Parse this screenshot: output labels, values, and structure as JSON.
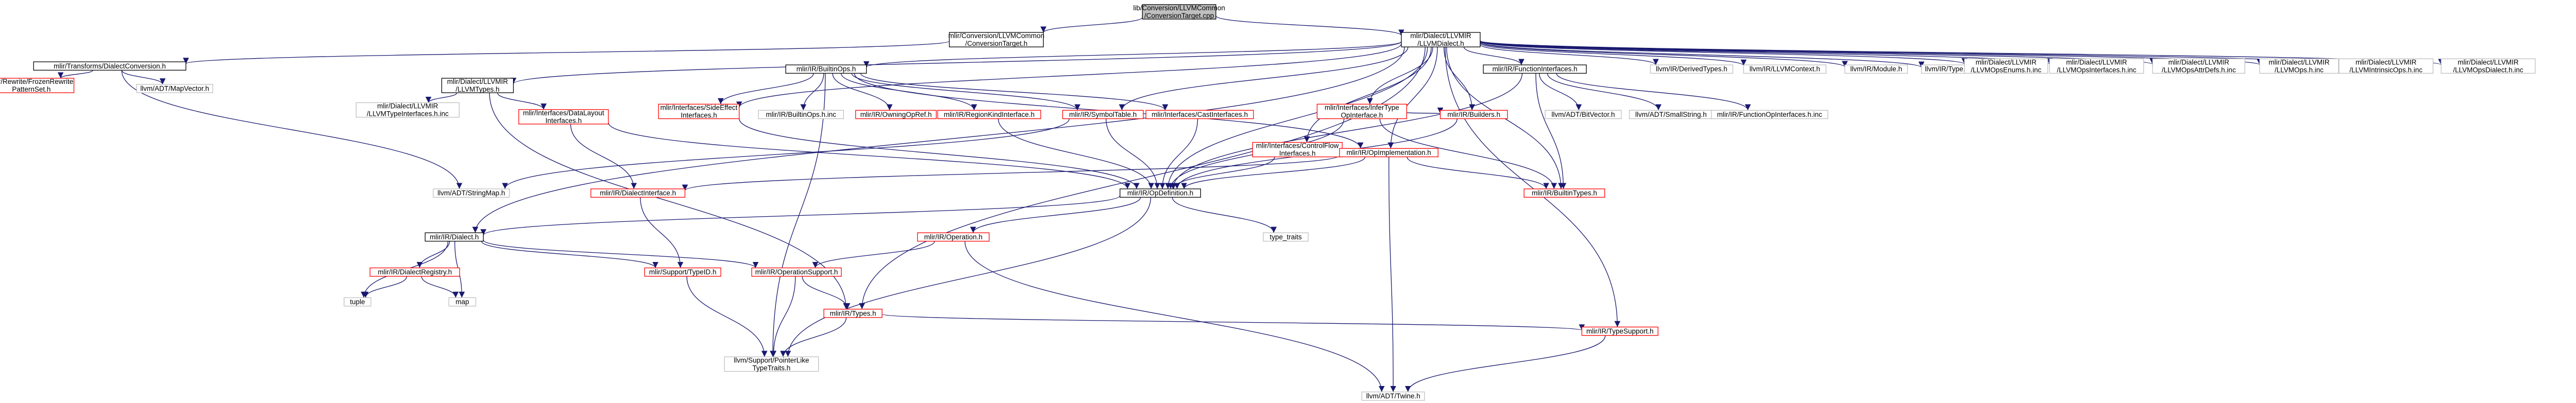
{
  "graph": {
    "colors": {
      "root_fill": "#bfbfbf",
      "node_fill": "#ffffff",
      "linked_border": "#000000",
      "external_border": "#bfbfbf",
      "truncated_border": "#ff0000",
      "truncated_text": "#ff0000",
      "text": "#000000",
      "edge": "#191970"
    },
    "nodes": [
      {
        "id": "root",
        "lines": [
          "lib/Conversion/LLVMCommon",
          "/ConversionTarget.cpp"
        ],
        "kind": "root"
      },
      {
        "id": "ct_h",
        "lines": [
          "mlir/Conversion/LLVMCommon",
          "/ConversionTarget.h"
        ],
        "kind": "linked"
      },
      {
        "id": "llvmdialect",
        "lines": [
          "mlir/Dialect/LLVMIR",
          "/LLVMDialect.h"
        ],
        "kind": "linked"
      },
      {
        "id": "dialconv",
        "lines": [
          "mlir/Transforms/DialectConversion.h"
        ],
        "kind": "linked"
      },
      {
        "id": "frozen",
        "lines": [
          "mlir/Rewrite/FrozenRewrite",
          "PatternSet.h"
        ],
        "kind": "truncated"
      },
      {
        "id": "mapvector",
        "lines": [
          "llvm/ADT/MapVector.h"
        ],
        "kind": "external"
      },
      {
        "id": "llvmtypes",
        "lines": [
          "mlir/Dialect/LLVMIR",
          "/LLVMTypes.h"
        ],
        "kind": "linked"
      },
      {
        "id": "typeiface",
        "lines": [
          "mlir/Dialect/LLVMIR",
          "/LLVMTypeInterfaces.h.inc"
        ],
        "kind": "external"
      },
      {
        "id": "datalayout",
        "lines": [
          "mlir/Interfaces/DataLayout",
          "Interfaces.h"
        ],
        "kind": "truncated"
      },
      {
        "id": "builtinops",
        "lines": [
          "mlir/IR/BuiltinOps.h"
        ],
        "kind": "linked"
      },
      {
        "id": "sideeffect",
        "lines": [
          "mlir/Interfaces/SideEffect",
          "Interfaces.h"
        ],
        "kind": "truncated"
      },
      {
        "id": "builtinopsinc",
        "lines": [
          "mlir/IR/BuiltinOps.h.inc"
        ],
        "kind": "external"
      },
      {
        "id": "owningopref",
        "lines": [
          "mlir/IR/OwningOpRef.h"
        ],
        "kind": "truncated"
      },
      {
        "id": "regionkind",
        "lines": [
          "mlir/IR/RegionKindInterface.h"
        ],
        "kind": "truncated"
      },
      {
        "id": "symboltable",
        "lines": [
          "mlir/IR/SymbolTable.h"
        ],
        "kind": "truncated"
      },
      {
        "id": "castiface",
        "lines": [
          "mlir/Interfaces/CastInterfaces.h"
        ],
        "kind": "truncated"
      },
      {
        "id": "infertype",
        "lines": [
          "mlir/Interfaces/InferType",
          "OpInterface.h"
        ],
        "kind": "truncated"
      },
      {
        "id": "controlflow",
        "lines": [
          "mlir/Interfaces/ControlFlow",
          "Interfaces.h"
        ],
        "kind": "truncated"
      },
      {
        "id": "opimpl",
        "lines": [
          "mlir/IR/OpImplementation.h"
        ],
        "kind": "truncated"
      },
      {
        "id": "funciface",
        "lines": [
          "mlir/IR/FunctionInterfaces.h"
        ],
        "kind": "linked"
      },
      {
        "id": "builders",
        "lines": [
          "mlir/IR/Builders.h"
        ],
        "kind": "truncated"
      },
      {
        "id": "bitvector",
        "lines": [
          "llvm/ADT/BitVector.h"
        ],
        "kind": "external"
      },
      {
        "id": "smallstring",
        "lines": [
          "llvm/ADT/SmallString.h"
        ],
        "kind": "external"
      },
      {
        "id": "funcopiface",
        "lines": [
          "mlir/IR/FunctionOpInterfaces.h.inc"
        ],
        "kind": "external"
      },
      {
        "id": "derivedtypes",
        "lines": [
          "llvm/IR/DerivedTypes.h"
        ],
        "kind": "external"
      },
      {
        "id": "llvmcontext",
        "lines": [
          "llvm/IR/LLVMContext.h"
        ],
        "kind": "external"
      },
      {
        "id": "module",
        "lines": [
          "llvm/IR/Module.h"
        ],
        "kind": "external"
      },
      {
        "id": "irtype",
        "lines": [
          "llvm/IR/Type.h"
        ],
        "kind": "external"
      },
      {
        "id": "opsenums",
        "lines": [
          "mlir/Dialect/LLVMIR",
          "/LLVMOpsEnums.h.inc"
        ],
        "kind": "external"
      },
      {
        "id": "opsiface",
        "lines": [
          "mlir/Dialect/LLVMIR",
          "/LLVMOpsInterfaces.h.inc"
        ],
        "kind": "external"
      },
      {
        "id": "opsattr",
        "lines": [
          "mlir/Dialect/LLVMIR",
          "/LLVMOpsAttrDefs.h.inc"
        ],
        "kind": "external"
      },
      {
        "id": "llvmops",
        "lines": [
          "mlir/Dialect/LLVMIR",
          "/LLVMOps.h.inc"
        ],
        "kind": "external"
      },
      {
        "id": "intrinsic",
        "lines": [
          "mlir/Dialect/LLVMIR",
          "/LLVMIntrinsicOps.h.inc"
        ],
        "kind": "external"
      },
      {
        "id": "opsdialect",
        "lines": [
          "mlir/Dialect/LLVMIR",
          "/LLVMOpsDialect.h.inc"
        ],
        "kind": "external"
      },
      {
        "id": "stringmap",
        "lines": [
          "llvm/ADT/StringMap.h"
        ],
        "kind": "external"
      },
      {
        "id": "dialectiface",
        "lines": [
          "mlir/IR/DialectInterface.h"
        ],
        "kind": "truncated"
      },
      {
        "id": "opdef",
        "lines": [
          "mlir/IR/OpDefinition.h"
        ],
        "kind": "linked"
      },
      {
        "id": "builtintypes",
        "lines": [
          "mlir/IR/BuiltinTypes.h"
        ],
        "kind": "truncated"
      },
      {
        "id": "dialect",
        "lines": [
          "mlir/IR/Dialect.h"
        ],
        "kind": "linked"
      },
      {
        "id": "operation",
        "lines": [
          "mlir/IR/Operation.h"
        ],
        "kind": "truncated"
      },
      {
        "id": "typetraits",
        "lines": [
          "type_traits"
        ],
        "kind": "external"
      },
      {
        "id": "registry",
        "lines": [
          "mlir/IR/DialectRegistry.h"
        ],
        "kind": "truncated"
      },
      {
        "id": "supporttypeid",
        "lines": [
          "mlir/Support/TypeID.h"
        ],
        "kind": "truncated"
      },
      {
        "id": "opsupport",
        "lines": [
          "mlir/IR/OperationSupport.h"
        ],
        "kind": "truncated"
      },
      {
        "id": "tuple",
        "lines": [
          "tuple"
        ],
        "kind": "external"
      },
      {
        "id": "map",
        "lines": [
          "map"
        ],
        "kind": "external"
      },
      {
        "id": "types",
        "lines": [
          "mlir/IR/Types.h"
        ],
        "kind": "truncated"
      },
      {
        "id": "typesupport",
        "lines": [
          "mlir/IR/TypeSupport.h"
        ],
        "kind": "truncated"
      },
      {
        "id": "pointerlike",
        "lines": [
          "llvm/Support/PointerLike",
          "TypeTraits.h"
        ],
        "kind": "external"
      },
      {
        "id": "twine",
        "lines": [
          "llvm/ADT/Twine.h"
        ],
        "kind": "external"
      }
    ],
    "edges": [
      [
        "root",
        "ct_h"
      ],
      [
        "root",
        "llvmdialect"
      ],
      [
        "ct_h",
        "dialconv"
      ],
      [
        "dialconv",
        "frozen"
      ],
      [
        "dialconv",
        "mapvector"
      ],
      [
        "dialconv",
        "stringmap"
      ],
      [
        "llvmdialect",
        "llvmtypes"
      ],
      [
        "llvmdialect",
        "builtinops"
      ],
      [
        "llvmdialect",
        "sideeffect"
      ],
      [
        "llvmdialect",
        "symboltable"
      ],
      [
        "llvmdialect",
        "infertype"
      ],
      [
        "llvmdialect",
        "controlflow"
      ],
      [
        "llvmdialect",
        "opimpl"
      ],
      [
        "llvmdialect",
        "funciface"
      ],
      [
        "llvmdialect",
        "builders"
      ],
      [
        "llvmdialect",
        "derivedtypes"
      ],
      [
        "llvmdialect",
        "llvmcontext"
      ],
      [
        "llvmdialect",
        "module"
      ],
      [
        "llvmdialect",
        "irtype"
      ],
      [
        "llvmdialect",
        "opsenums"
      ],
      [
        "llvmdialect",
        "opsiface"
      ],
      [
        "llvmdialect",
        "opsattr"
      ],
      [
        "llvmdialect",
        "llvmops"
      ],
      [
        "llvmdialect",
        "intrinsic"
      ],
      [
        "llvmdialect",
        "opsdialect"
      ],
      [
        "llvmdialect",
        "dialect"
      ],
      [
        "llvmdialect",
        "opdef"
      ],
      [
        "llvmdialect",
        "types"
      ],
      [
        "llvmdialect",
        "typesupport"
      ],
      [
        "llvmdialect",
        "builtintypes"
      ],
      [
        "llvmtypes",
        "typeiface"
      ],
      [
        "llvmtypes",
        "datalayout"
      ],
      [
        "llvmtypes",
        "types"
      ],
      [
        "datalayout",
        "dialectiface"
      ],
      [
        "datalayout",
        "opdef"
      ],
      [
        "builtinops",
        "sideeffect"
      ],
      [
        "builtinops",
        "builtinopsinc"
      ],
      [
        "builtinops",
        "owningopref"
      ],
      [
        "builtinops",
        "regionkind"
      ],
      [
        "builtinops",
        "symboltable"
      ],
      [
        "builtinops",
        "castiface"
      ],
      [
        "builtinops",
        "opimpl"
      ],
      [
        "builtinops",
        "pointerlike"
      ],
      [
        "sideeffect",
        "opdef"
      ],
      [
        "regionkind",
        "opdef"
      ],
      [
        "symboltable",
        "opdef"
      ],
      [
        "symboltable",
        "stringmap"
      ],
      [
        "castiface",
        "opdef"
      ],
      [
        "infertype",
        "builders"
      ],
      [
        "infertype",
        "opdef"
      ],
      [
        "infertype",
        "builtintypes"
      ],
      [
        "controlflow",
        "opdef"
      ],
      [
        "opimpl",
        "opdef"
      ],
      [
        "opimpl",
        "dialectiface"
      ],
      [
        "opimpl",
        "builtintypes"
      ],
      [
        "opimpl",
        "twine"
      ],
      [
        "funciface",
        "builtintypes"
      ],
      [
        "funciface",
        "opdef"
      ],
      [
        "funciface",
        "bitvector"
      ],
      [
        "funciface",
        "smallstring"
      ],
      [
        "funciface",
        "funcopiface"
      ],
      [
        "builders",
        "opdef"
      ],
      [
        "opdef",
        "dialect"
      ],
      [
        "opdef",
        "operation"
      ],
      [
        "opdef",
        "typetraits"
      ],
      [
        "opdef",
        "pointerlike"
      ],
      [
        "dialectiface",
        "supporttypeid"
      ],
      [
        "dialect",
        "registry"
      ],
      [
        "dialect",
        "supporttypeid"
      ],
      [
        "dialect",
        "opsupport"
      ],
      [
        "dialect",
        "tuple"
      ],
      [
        "dialect",
        "map"
      ],
      [
        "registry",
        "tuple"
      ],
      [
        "registry",
        "map"
      ],
      [
        "supporttypeid",
        "pointerlike"
      ],
      [
        "operation",
        "opsupport"
      ],
      [
        "operation",
        "twine"
      ],
      [
        "opsupport",
        "types"
      ],
      [
        "opsupport",
        "pointerlike"
      ],
      [
        "types",
        "typesupport"
      ],
      [
        "types",
        "pointerlike"
      ],
      [
        "typesupport",
        "twine"
      ]
    ]
  }
}
